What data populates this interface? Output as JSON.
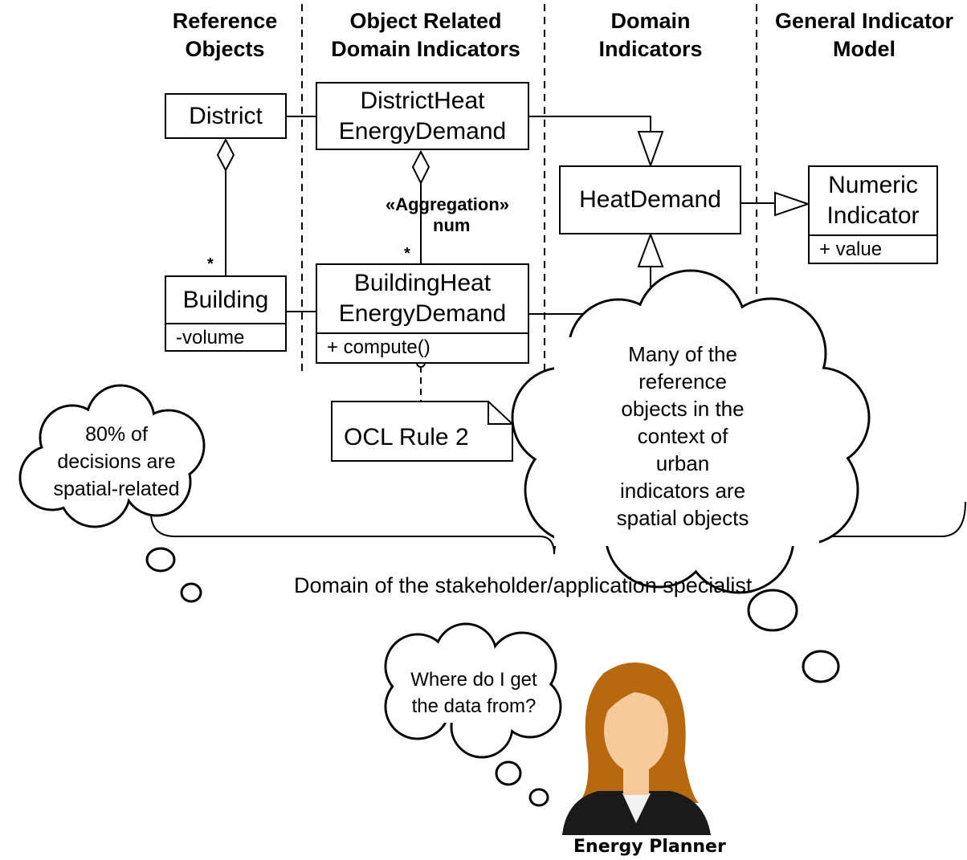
{
  "columns": {
    "reference_objects": "Reference\nObjects",
    "object_related": "Object Related\nDomain Indicators",
    "domain_indicators": "Domain\nIndicators",
    "general_model": "General Indicator\nModel"
  },
  "classes": {
    "district": {
      "name": "District"
    },
    "building": {
      "name": "Building",
      "attribute": "-volume"
    },
    "district_heat": {
      "name": "DistrictHeat\nEnergyDemand"
    },
    "building_heat": {
      "name": "BuildingHeat\nEnergyDemand",
      "attribute": "+ compute()"
    },
    "heat_demand": {
      "name": "HeatDemand"
    },
    "numeric_indicator": {
      "name": "Numeric\nIndicator",
      "attribute": "+ value"
    }
  },
  "relations": {
    "aggregation_stereotype": "«Aggregation»",
    "aggregation_role": "num",
    "multiplicity_building": "*",
    "multiplicity_building_heat": "*"
  },
  "note": {
    "text": "OCL Rule 2"
  },
  "thoughts": {
    "left_cloud": "80% of\ndecisions are\nspatial-related",
    "right_cloud": "Many of the\nreference\nobjects in the\ncontext of\nurban\nindicators are\nspatial objects",
    "planner_cloud": "Where do I get\nthe data from?"
  },
  "brace_label": "Domain of the stakeholder/application specialist",
  "person": {
    "label": "Energy Planner",
    "icon": "energy-planner-avatar-icon"
  },
  "colors": {
    "hair": "#b8680f",
    "skin": "#f8c99a",
    "suit": "#1a1a1a",
    "shirt": "#f2f2f2"
  }
}
